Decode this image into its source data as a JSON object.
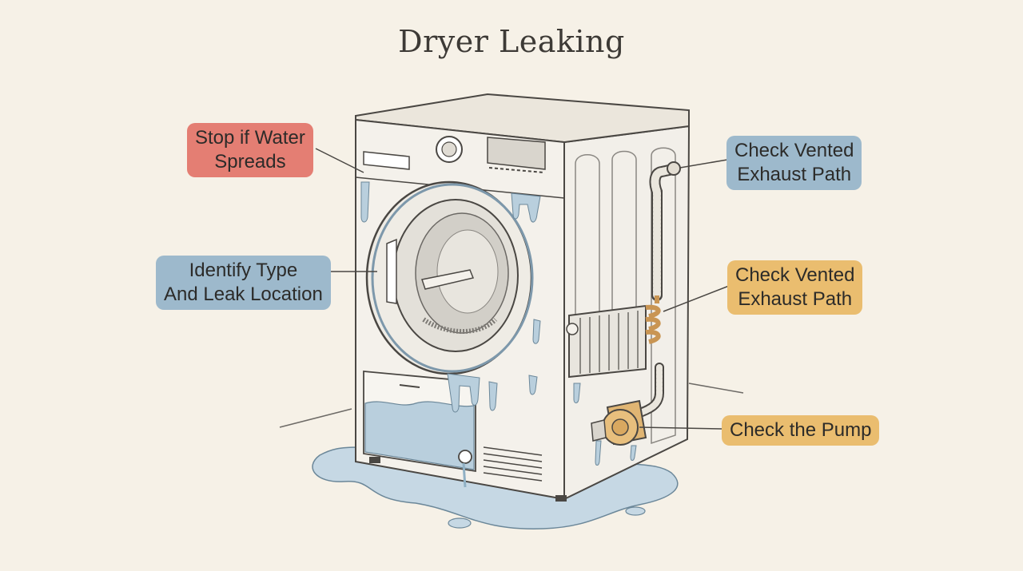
{
  "title": "Dryer Leaking",
  "callouts": {
    "stop": {
      "line1": "Stop if Water",
      "line2": "Spreads"
    },
    "identify": {
      "line1": "Identify Type",
      "line2": "And Leak Location"
    },
    "vented_blue": {
      "line1": "Check Vented",
      "line2": "Exhaust Path"
    },
    "vented_orange": {
      "line1": "Check Vented",
      "line2": "Exhaust Path"
    },
    "pump": {
      "line1": "Check the Pump"
    }
  },
  "colors": {
    "background": "#f6f1e7",
    "red_callout": "#e47e73",
    "blue_callout": "#9db9cc",
    "orange_callout": "#eabd6f",
    "water": "#b9cfdd",
    "copper": "#d9a860",
    "outline": "#4a4743"
  }
}
